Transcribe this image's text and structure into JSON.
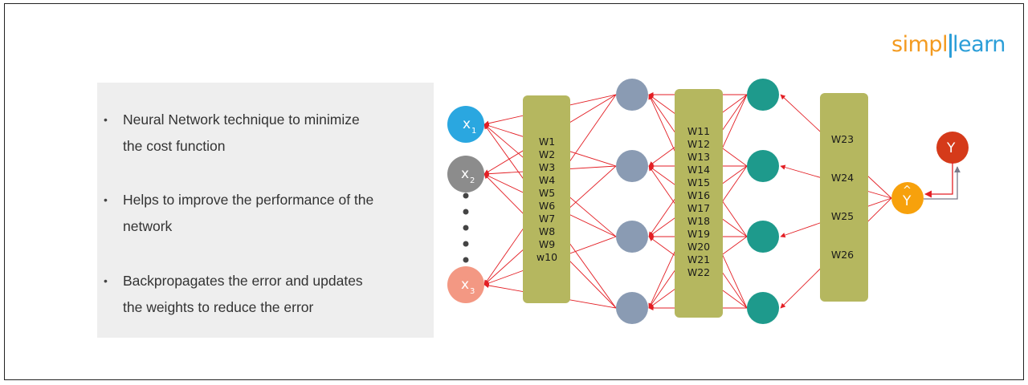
{
  "logo": {
    "part1": "simpl",
    "part2": "learn"
  },
  "bullets": [
    {
      "line1": "Neural Network technique to minimize",
      "line2": "the cost function"
    },
    {
      "line1": "Helps to improve the performance of the",
      "line2": "network"
    },
    {
      "line1": "Backpropagates the error and updates",
      "line2": "the weights to reduce the error"
    }
  ],
  "inputs": {
    "x1": "x",
    "x1_sub": "1",
    "x2": "x",
    "x2_sub": "2",
    "x3": "x",
    "x3_sub": "3"
  },
  "weights_layer1": [
    "W1",
    "W2",
    "W3",
    "W4",
    "W5",
    "W6",
    "W7",
    "W8",
    "W9",
    "w10"
  ],
  "weights_layer2": [
    "W11",
    "W12",
    "W13",
    "W14",
    "W15",
    "W16",
    "W17",
    "W18",
    "W19",
    "W20",
    "W21",
    "W22"
  ],
  "weights_layer3": [
    "W23",
    "W24",
    "W25",
    "W26"
  ],
  "output_prediction": "Y",
  "output_prediction_hat": "^",
  "target_output": "Y",
  "colors": {
    "input1": "#2aa7e0",
    "input2": "#8c8c8c",
    "input3": "#f39883",
    "hidden1": "#8a9bb3",
    "hidden2": "#1e9a8c",
    "weight_box": "#b5b75f",
    "prediction": "#f7a10c",
    "target": "#d53a1a",
    "arrow": "#e31e24"
  }
}
